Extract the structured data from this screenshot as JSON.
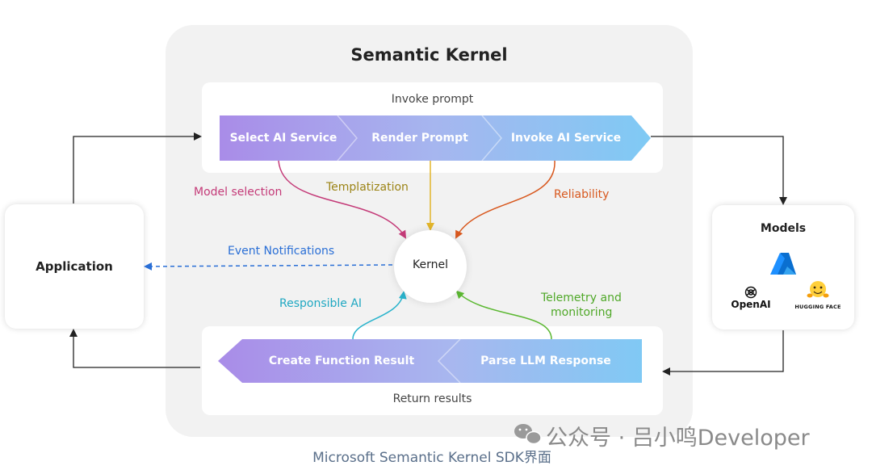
{
  "diagram": {
    "title": "Semantic Kernel",
    "invoke_section": {
      "caption": "Invoke prompt",
      "steps": [
        "Select AI Service",
        "Render Prompt",
        "Invoke AI Service"
      ]
    },
    "return_section": {
      "caption": "Return results",
      "steps": [
        "Create Function Result",
        "Parse LLM Response"
      ]
    },
    "kernel": "Kernel",
    "application": "Application",
    "models": {
      "title": "Models",
      "providers": [
        "OpenAI",
        "HUGGING FACE"
      ]
    },
    "edges": {
      "model_selection": "Model selection",
      "templatization": "Templatization",
      "reliability": "Reliability",
      "event_notifications": "Event Notifications",
      "responsible_ai": "Responsible AI",
      "telemetry_line1": "Telemetry and",
      "telemetry_line2": "monitoring"
    },
    "colors": {
      "model_selection": "#c43a78",
      "templatization": "#b89a1a",
      "reliability": "#d8581e",
      "event_notifications": "#2a6fd6",
      "responsible_ai": "#29b3cc",
      "telemetry": "#5cb832"
    }
  },
  "watermark": "公众号 · 吕小鸣Developer",
  "footer_caption": "Microsoft Semantic Kernel SDK界面"
}
